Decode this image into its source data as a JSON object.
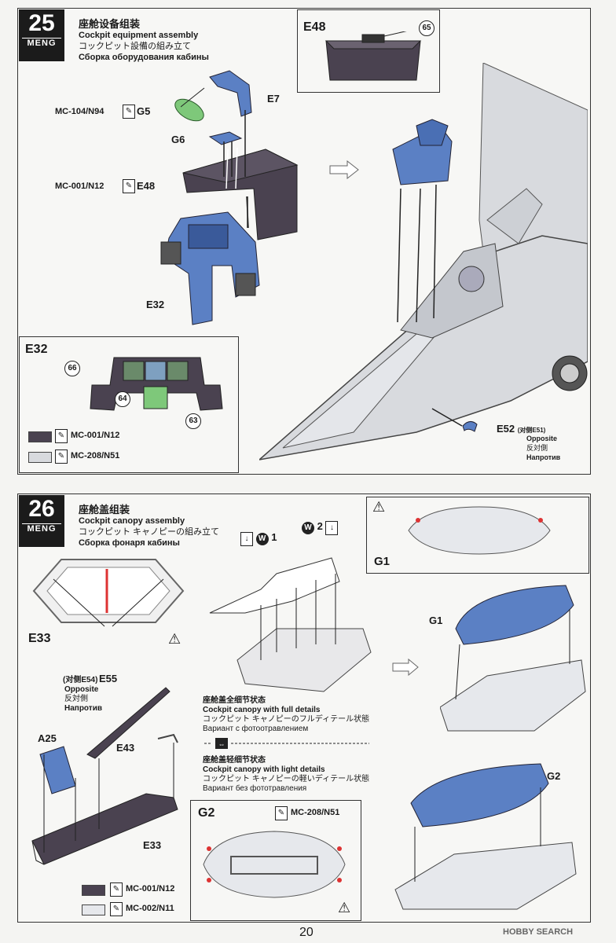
{
  "step25": {
    "number": "25",
    "logo": "MENG",
    "title_zh": "座舱设备组装",
    "title_en": "Cockpit equipment assembly",
    "title_ja": "コックピット設備の組み立て",
    "title_ru": "Сборка оборудования кабины",
    "parts": {
      "e48_inset": "E48",
      "e7": "E7",
      "g5": "G5",
      "g6": "G6",
      "e48": "E48",
      "e32": "E32",
      "e32_inset": "E32",
      "e52": "E52",
      "e52_note": "(对侧E51)",
      "opposite_en": "Opposite",
      "opposite_ja": "反対側",
      "opposite_ru": "Напротив"
    },
    "paints": {
      "g5": "MC-104/N94",
      "e48": "MC-001/N12",
      "legend1": "MC-001/N12",
      "legend2": "MC-208/N51"
    },
    "callouts": {
      "c65": "65",
      "c66": "66",
      "c64": "64",
      "c63": "63"
    }
  },
  "step26": {
    "number": "26",
    "logo": "MENG",
    "title_zh": "座舱盖组装",
    "title_en": "Cockpit canopy assembly",
    "title_ja": "コックピット キャノピーの組み立て",
    "title_ru": "Сборка фонаря кабины",
    "parts": {
      "e33a": "E33",
      "g1_inset": "G1",
      "g1": "G1",
      "w1": "1",
      "w2": "2",
      "e55_note": "(对侧E54)",
      "e55": "E55",
      "opposite_en": "Opposite",
      "opposite_ja": "反対側",
      "opposite_ru": "Напротив",
      "a25": "A25",
      "e43": "E43",
      "e33b": "E33",
      "g2": "G2",
      "g2_inset": "G2"
    },
    "full_zh": "座舱盖全细节状态",
    "full_en": "Cockpit canopy with full details",
    "full_ja": "コックピット キャノピーのフルディテール状態",
    "full_ru": "Вариант с фотоотравлением",
    "light_zh": "座舱盖轻细节状态",
    "light_en": "Cockpit canopy with light details",
    "light_ja": "コックピット キャノピーの軽いディテール状態",
    "light_ru": "Вариант без фототравления",
    "paints": {
      "g2": "MC-208/N51",
      "legend1": "MC-001/N12",
      "legend2": "MC-002/N11"
    }
  },
  "footer": {
    "page": "20",
    "watermark": "HOBBY SEARCH"
  },
  "colors": {
    "blue": "#5b80c4",
    "dark": "#4a4250",
    "light": "#d8dade",
    "green": "#7ec87a"
  }
}
